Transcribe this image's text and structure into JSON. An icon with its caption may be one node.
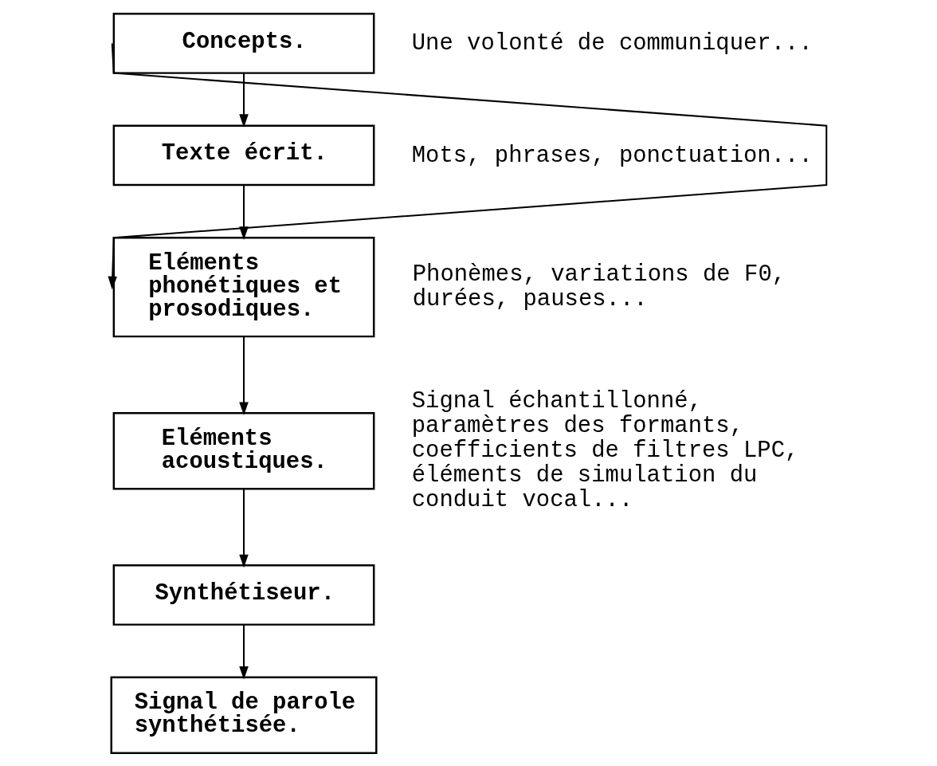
{
  "diagram": {
    "nodes": [
      {
        "text": [
          "Concepts."
        ],
        "beside": [
          "Une volonté de communiquer..."
        ]
      },
      {
        "text": [
          "Texte écrit."
        ],
        "beside": [
          "Mots, phrases, ponctuation..."
        ]
      },
      {
        "text": [
          "Eléments phonétiques et prosodiques."
        ],
        "beside": [
          "Phonèmes, variations de F0, durées, pauses..."
        ]
      },
      {
        "text": [
          "Eléments acoustiques."
        ],
        "beside": [
          "Signal échantillonné, paramètres des formants, coefficients de filtres LPC, éléments de simulation du conduit vocal..."
        ]
      },
      {
        "text": [
          "Synthétiseur."
        ]
      },
      {
        "text": [
          "Signal de parole synthétisée."
        ]
      }
    ],
    "edges": [
      {
        "from": 0,
        "to": 1,
        "arrow": "to"
      },
      {
        "from": 0,
        "to": 2,
        "arrow": "to"
      },
      {
        "from": 1,
        "to": 2,
        "arrow": "to"
      },
      {
        "from": 2,
        "to": 3,
        "arrow": "to"
      },
      {
        "from": 3,
        "to": 4,
        "arrow": "to"
      },
      {
        "from": 4,
        "to": 5,
        "arrow": "to"
      }
    ]
  }
}
